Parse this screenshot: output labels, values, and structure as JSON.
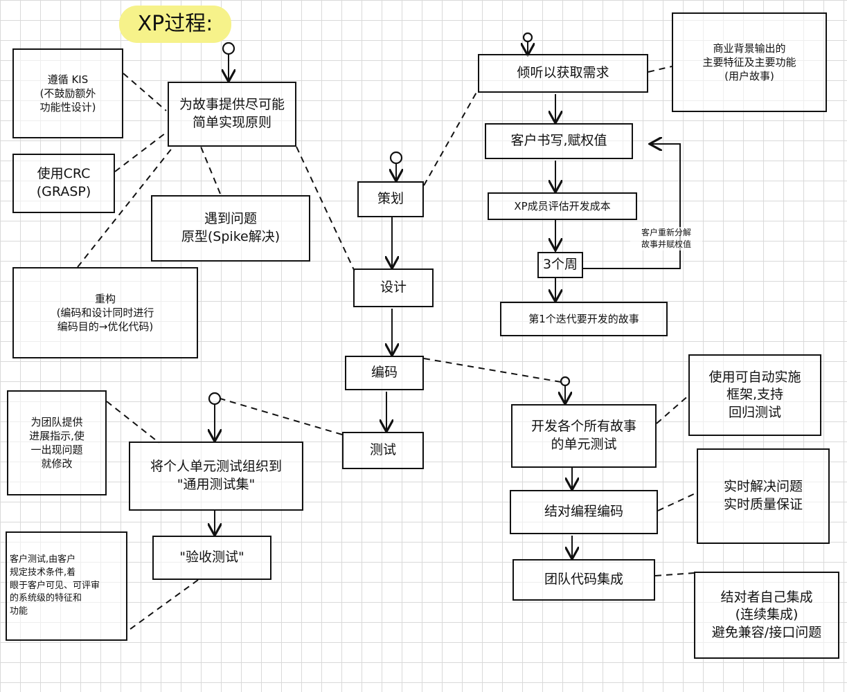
{
  "title": "XP过程:",
  "colors": {
    "ink": "#111111",
    "highlight": "#f6f28a",
    "grid": "#d9d9d9"
  },
  "nodes": {
    "kis": "遵循 KIS\n(不鼓励额外\n功能性设计)",
    "simple": "为故事提供尽可能\n简单实现原则",
    "crc": "使用CRC\n(GRASP)",
    "spike": "遇到问题\n原型(Spike解决)",
    "refactor": "重构\n(编码和设计同时进行\n编码目的→优化代码)",
    "listen": "倾听以获取需求",
    "userstory": "商业背景输出的\n主要特征及主要功能\n(用户故事)",
    "customer_write": "客户书写,赋权值",
    "xp_estimate": "XP成员评估开发成本",
    "weeks": "3个周",
    "first_iter": "第1个迭代要开发的故事",
    "plan": "策划",
    "design": "设计",
    "code": "编码",
    "test": "测试",
    "dev_unit_test": "开发各个所有故事\n的单元测试",
    "auto_framework": "使用可自动实施\n框架,支持\n回归测试",
    "pair": "结对编程编码",
    "realtime": "实时解决问题\n实时质量保证",
    "integrate": "团队代码集成",
    "pair_integrate": "结对者自己集成\n(连续集成)\n避免兼容/接口问题",
    "unit_suite": "将个人单元测试组织到\n\"通用测试集\"",
    "team_progress": "为团队提供\n进展指示,使\n一出现问题\n就修改",
    "accept": "\"验收测试\"",
    "customer_test": "客户测试,由客户\n规定技术条件,着\n眼于客户可见、可评审\n的系统级的特征和\n功能"
  },
  "annotations": {
    "customer_split": "客户重新分解\n故事并赋权值"
  }
}
